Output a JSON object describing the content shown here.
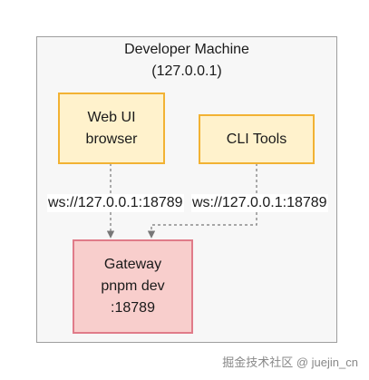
{
  "container": {
    "title": "Developer Machine",
    "subtitle": "(127.0.0.1)"
  },
  "nodes": {
    "web_ui": {
      "line1": "Web UI",
      "line2": "browser"
    },
    "cli": {
      "label": "CLI Tools"
    },
    "gateway": {
      "line1": "Gateway",
      "line2": "pnpm dev",
      "line3": ":18789"
    }
  },
  "edges": {
    "web_label": "ws://127.0.0.1:18789",
    "cli_label": "ws://127.0.0.1:18789"
  },
  "watermark": "掘金技术社区 @ juejin_cn",
  "colors": {
    "container_fill": "#f7f7f7",
    "container_border": "#9e9e9e",
    "yellow_fill": "#fff2cc",
    "yellow_border": "#f2b233",
    "gateway_fill": "#f8cecc",
    "gateway_border": "#e07b89",
    "edge": "#777777"
  }
}
